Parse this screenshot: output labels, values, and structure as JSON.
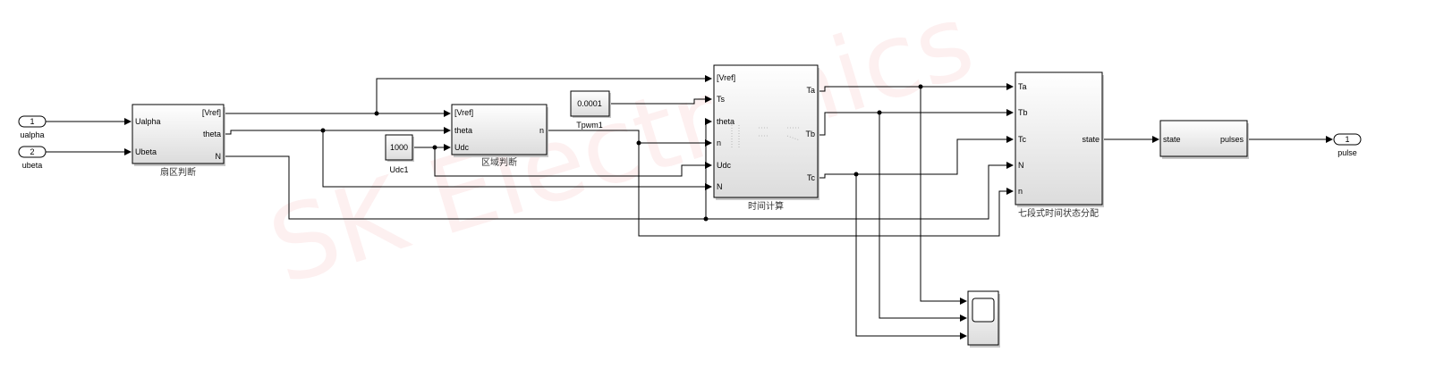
{
  "watermark": "SK Electronics",
  "inports": [
    {
      "number": "1",
      "name": "ualpha"
    },
    {
      "number": "2",
      "name": "ubeta"
    }
  ],
  "outport": {
    "number": "1",
    "name": "pulse"
  },
  "constants": {
    "udc": {
      "value": "1000",
      "name": "Udc1"
    },
    "tpwm": {
      "value": "0.0001",
      "name": "Tpwm1"
    }
  },
  "sector_block": {
    "caption": "扇区判断",
    "in_ports": [
      "Ualpha",
      "Ubeta"
    ],
    "out_ports": [
      "[Vref]",
      "theta",
      "N"
    ]
  },
  "region_block": {
    "caption": "区域判断",
    "in_ports": [
      "[Vref]",
      "theta",
      "Udc"
    ],
    "out_ports": [
      "n"
    ]
  },
  "time_block": {
    "caption": "时间计算",
    "in_ports": [
      "[Vref]",
      "Ts",
      "theta",
      "n",
      "Udc",
      "N"
    ],
    "out_ports": [
      "Ta",
      "Tb",
      "Tc"
    ]
  },
  "state_block": {
    "caption": "七段式时间状态分配",
    "in_ports": [
      "Ta",
      "Tb",
      "Tc",
      "N",
      "n"
    ],
    "out_ports": [
      "state"
    ]
  },
  "pulse_block": {
    "in_ports": [
      "state"
    ],
    "out_ports": [
      "pulses"
    ]
  },
  "colors": {
    "block_top": "#ffffff",
    "block_bottom": "#dcdcdc",
    "line": "#000000",
    "watermark": "#eb3c3c"
  }
}
